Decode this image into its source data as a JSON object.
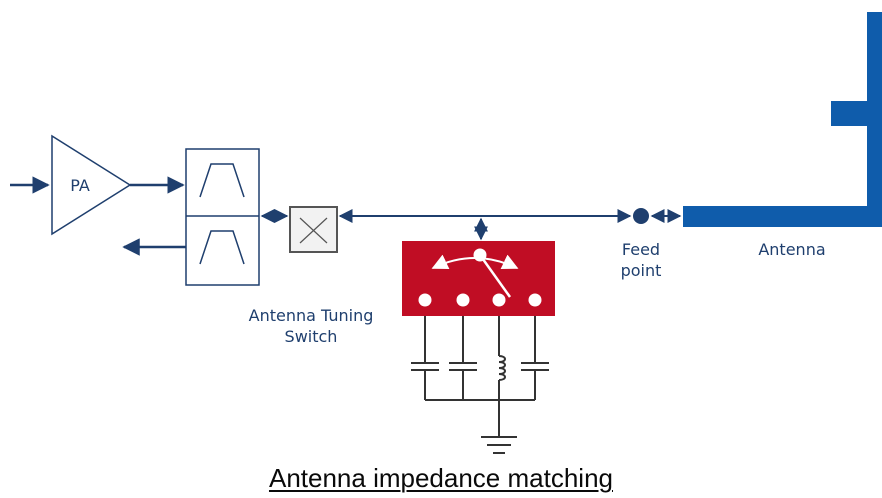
{
  "diagram": {
    "title": "Antenna impedance matching",
    "labels": {
      "pa": "PA",
      "tuning_switch": "Antenna Tuning\nSwitch",
      "feed_point": "Feed\npoint",
      "antenna": "Antenna"
    },
    "colors": {
      "line": "#1f3f6e",
      "antenna": "#0f5cab",
      "switch_block": "#c00d24",
      "block_stroke": "#1f3f6e",
      "component": "#333333"
    }
  }
}
